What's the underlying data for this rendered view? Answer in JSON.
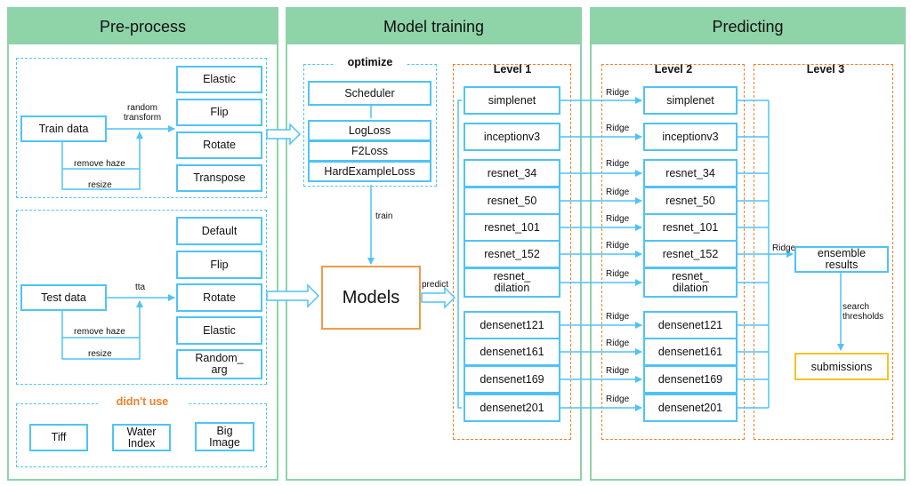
{
  "panels": {
    "preprocess": "Pre-process",
    "training": "Model training",
    "predicting": "Predicting"
  },
  "preprocess": {
    "train_data": "Train data",
    "random_transform": [
      "random",
      "transform"
    ],
    "train_ops": [
      "Elastic",
      "Flip",
      "Rotate",
      "Transpose"
    ],
    "remove_haze": "remove haze",
    "resize": "resize",
    "test_data": "Test data",
    "tta": "tta",
    "test_ops": [
      "Default",
      "Flip",
      "Rotate",
      "Elastic",
      "Random_ arg"
    ],
    "didnt_use_title": "didn't use",
    "didnt_use": [
      "Tiff",
      "Water Index",
      "Big Image"
    ]
  },
  "training": {
    "optimize_title": "optimize",
    "scheduler": "Scheduler",
    "losses": [
      "LogLoss",
      "F2Loss",
      "HardExampleLoss"
    ],
    "train_label": "train",
    "models": "Models",
    "predict_label": "predict"
  },
  "levels": {
    "level1": "Level 1",
    "level2": "Level 2",
    "level3": "Level 3",
    "networks": [
      "simplenet",
      "inceptionv3",
      "resnet_34",
      "resnet_50",
      "resnet_101",
      "resnet_152",
      "resnet_ dilation",
      "densenet121",
      "densenet161",
      "densenet169",
      "densenet201"
    ],
    "ridge": "Ridge",
    "ensemble": "ensemble results",
    "search_thresholds": [
      "search",
      "thresholds"
    ],
    "submissions": "submissions"
  },
  "colors": {
    "panel": "#8fd3a9",
    "box": "#4fc3f7",
    "dashed_orange": "#f07f2a",
    "models_border": "#f29a4a",
    "submissions_border": "#f4c22a",
    "didnt_use_text": "#f07f2a"
  }
}
